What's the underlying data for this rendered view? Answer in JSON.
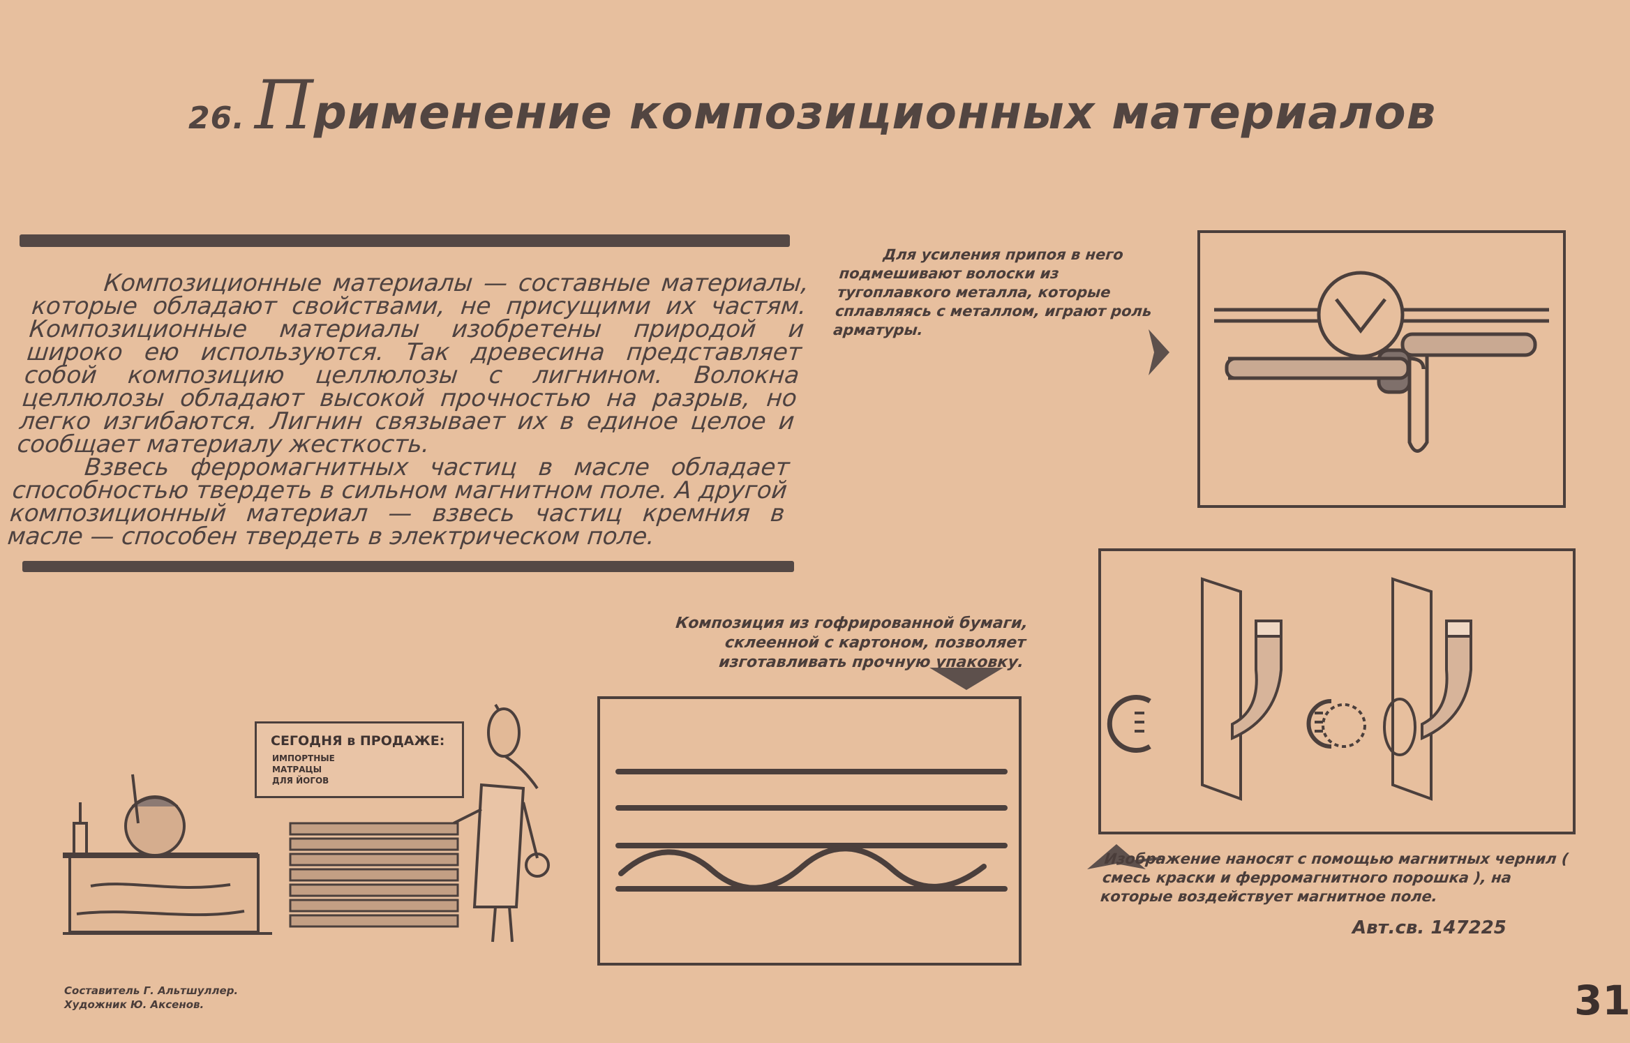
{
  "header": {
    "number": "26.",
    "title_cap": "П",
    "title_rest": "рименение композиционных материалов"
  },
  "main_text": {
    "paragraph1": "Композиционные материалы — составные материалы, которые обладают свойствами, не присущими их частям. Композиционные материалы изобретены природой и широко ею используются. Так древесина представляет собой композицию целлюлозы с лигнином. Волокна целлюлозы обладают высокой прочностью на разрыв, но легко изгибаются. Лигнин связывает их в единое целое и сообщает материалу жесткость.",
    "paragraph2": "Взвесь ферромагнитных частиц в масле обладает способностью твердеть в сильном магнитном поле. А другой композиционный материал — взвесь частиц кремния в масле — способен твердеть в электрическом поле."
  },
  "captions": {
    "solder": "Для усиления припоя в него подмешивают волоски из тугоплавкого металла, которые сплавляясь с металлом, играют роль арматуры.",
    "paper": "Композиция из гофрированной бумаги, склеенной с картоном, позволяет изготавливать прочную упаковку.",
    "magnet": "Изображение наносят с помощью магнитных чернил ( смесь краски и ферромагнитного порошка ), на которые воздействует магнитное поле."
  },
  "author_certificate": "Авт.св. 147225",
  "sign": {
    "line1": "СЕГОДНЯ в ПРОДАЖЕ:",
    "line2": "ИМПОРТНЫЕ",
    "line3": "МАТРАЦЫ",
    "line4": "ДЛЯ ЙОГОВ"
  },
  "credits": {
    "line1": "Составитель Г. Альтшуллер.",
    "line2": "Художник Ю. Аксенов."
  },
  "page_number": "31",
  "colors": {
    "paper": "#e7bf9e",
    "ink": "#4a3d3a"
  }
}
